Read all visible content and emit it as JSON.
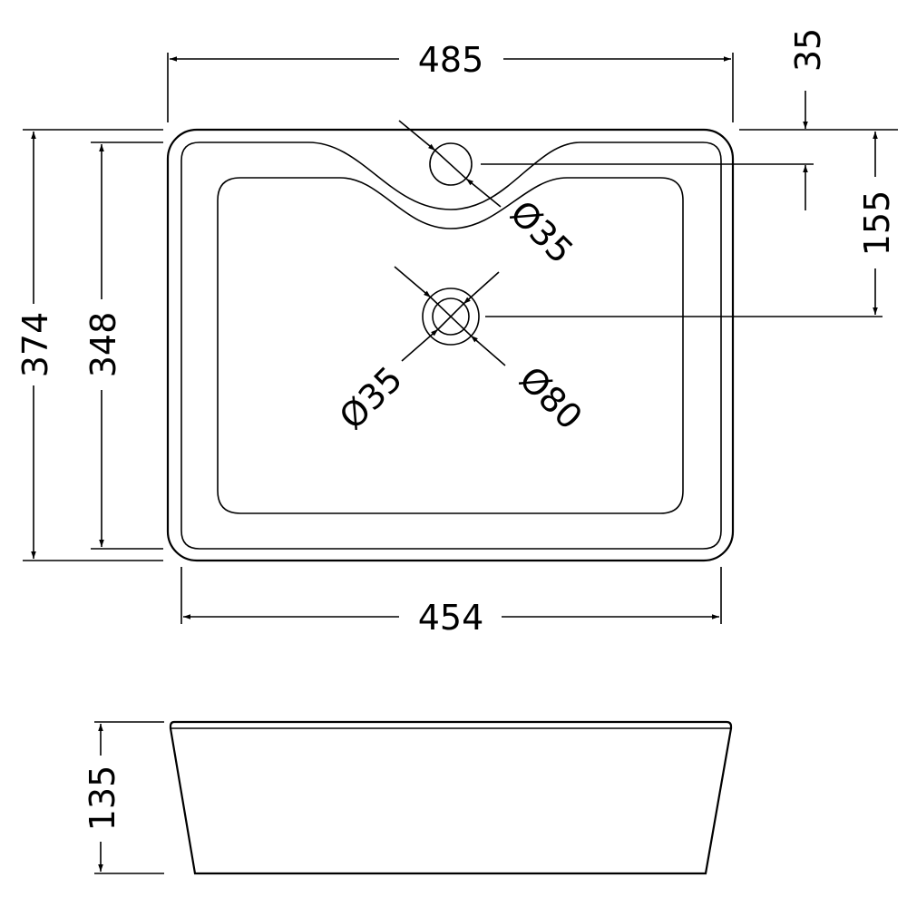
{
  "drawing": {
    "title": "Basin dimension drawing",
    "line_color": "#000000",
    "background": "#ffffff",
    "dimensions": {
      "overall_width": "485",
      "tap_hole_offset": "35",
      "waste_offset": "155",
      "overall_depth": "374",
      "inner_depth": "348",
      "base_width": "454",
      "height": "135",
      "tap_hole_diameter": "Ø35",
      "waste_diameter": "Ø35",
      "waste_outer_diameter": "Ø80"
    }
  }
}
